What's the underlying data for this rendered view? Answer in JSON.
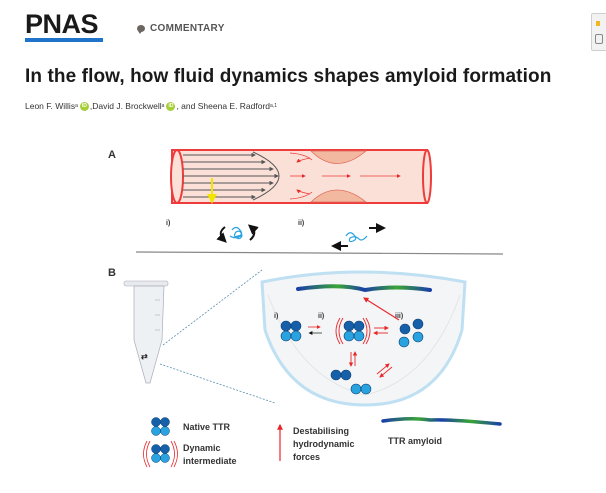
{
  "header": {
    "logo": "PNAS",
    "article_type": "COMMENTARY",
    "article_type_icon": "speech-bubble-icon"
  },
  "article": {
    "title": "In the flow, how fluid dynamics shapes amyloid formation",
    "authors": [
      {
        "name": "Leon F. Willis",
        "affiliation": "a",
        "orcid": true,
        "sep": ", "
      },
      {
        "name": "David J. Brockwell",
        "affiliation": "a",
        "orcid": true,
        "sep": ", and "
      },
      {
        "name": "Sheena E. Radford",
        "affiliation": "a,1",
        "orcid": false,
        "sep": ""
      }
    ]
  },
  "figure": {
    "panel_a": {
      "label": "A",
      "sub_i": "i)",
      "sub_ii": "ii)"
    },
    "panel_b": {
      "label": "B",
      "sub_i": "i)",
      "sub_ii": "ii)",
      "sub_iii": "iii)"
    },
    "legend": {
      "native": "Native TTR",
      "dynamic_1": "Dynamic",
      "dynamic_2": "intermediate",
      "forces_1": "Destabilising",
      "forces_2": "hydrodynamic",
      "forces_3": "forces",
      "amyloid": "TTR amyloid"
    },
    "colors": {
      "vessel": "#ee3b3b",
      "vessel_fill": "#fbe0d8",
      "plaque": "#f2b8a0",
      "dark_blue": "#1560a8",
      "light_blue": "#29a3e0",
      "red_arrow": "#e8262a",
      "fibril_green": "#3aa535",
      "fibril_blue": "#1a3fa8"
    }
  }
}
